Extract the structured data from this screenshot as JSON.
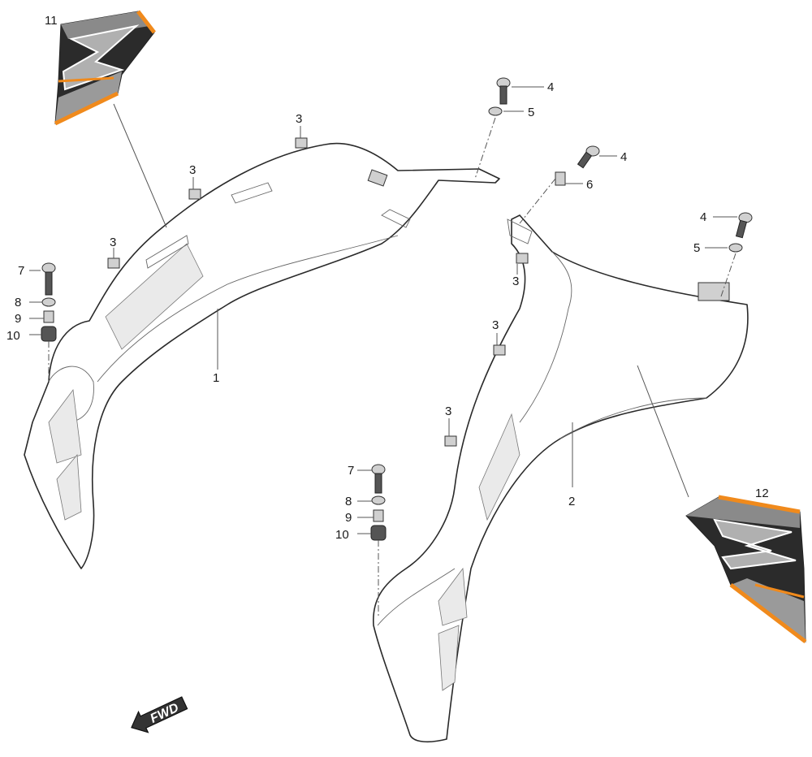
{
  "callouts": {
    "c1": "1",
    "c2": "2",
    "c3a": "3",
    "c3b": "3",
    "c3c": "3",
    "c3d": "3",
    "c3e": "3",
    "c3f": "3",
    "c4a": "4",
    "c4b": "4",
    "c4c": "4",
    "c5a": "5",
    "c5b": "5",
    "c6": "6",
    "c7a": "7",
    "c7b": "7",
    "c8a": "8",
    "c8b": "8",
    "c9a": "9",
    "c9b": "9",
    "c10a": "10",
    "c10b": "10",
    "c11": "11",
    "c12": "12"
  },
  "direction_arrow": {
    "label": "FWD",
    "icon": "forward-arrow-icon"
  },
  "colors": {
    "decal_orange": "#f08a1c",
    "decal_gray": "#8a8a8a",
    "decal_dark": "#2b2b2b",
    "line": "#2a2a2a"
  }
}
